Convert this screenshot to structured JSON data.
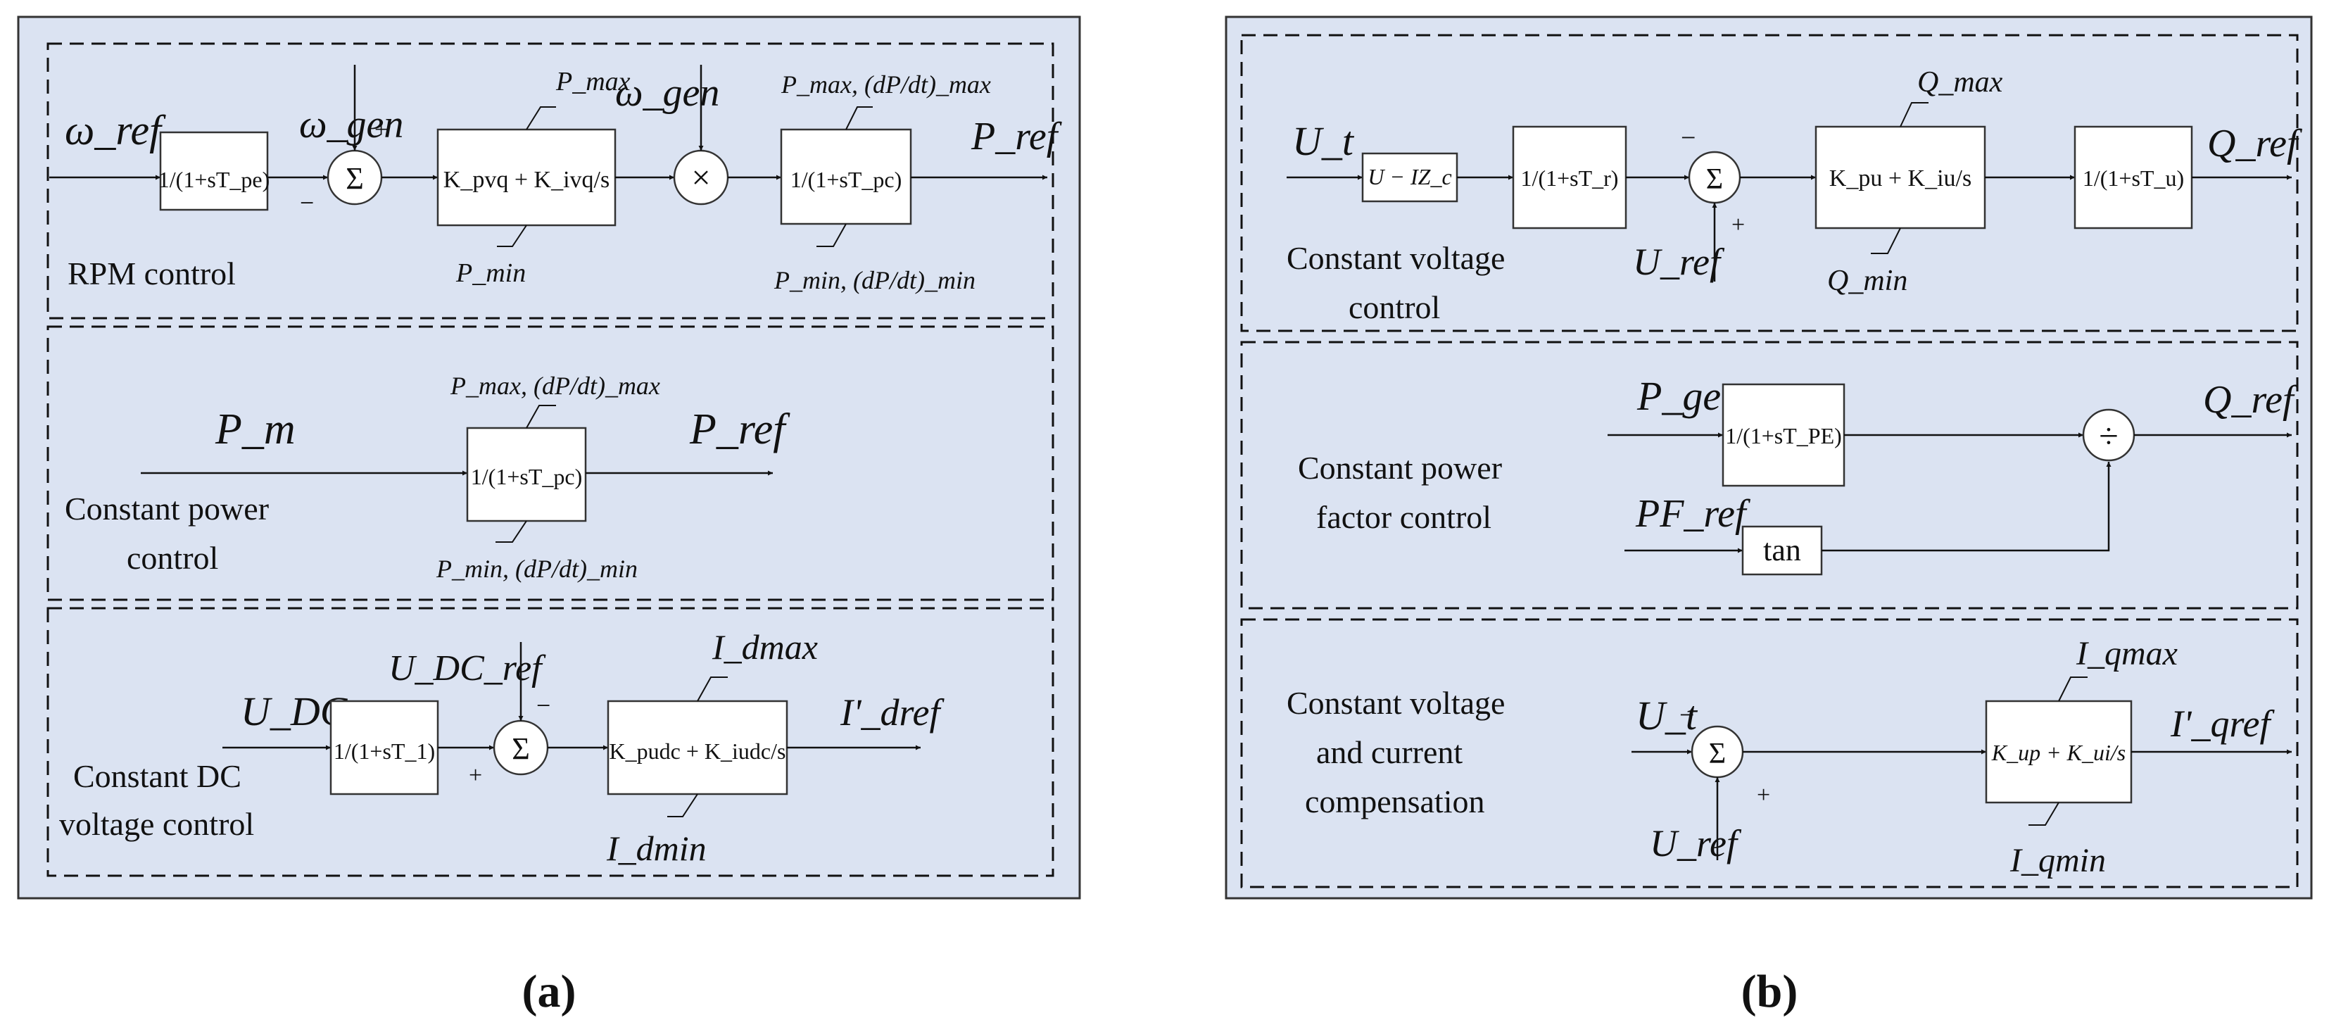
{
  "panel_a": {
    "caption": "(a)",
    "rpm_section": {
      "label": "RPM control",
      "input_omega_ref": "ω_ref",
      "input_omega_gen_1": "ω_gen",
      "input_omega_gen_2": "ω_gen",
      "filter_block": "1/(1+sT_pe)",
      "sum_plus": "+",
      "sum_minus": "−",
      "pi_block": "K_pvq + K_ivq/s",
      "pi_limit_max": "P_max",
      "pi_limit_min": "P_min",
      "rate_block": "1/(1+sT_pc)",
      "rate_limit_max": "P_max, (dP/dt)_max",
      "rate_limit_min": "P_min, (dP/dt)_min",
      "output": "P_ref"
    },
    "constant_power_section": {
      "label_line1": "Constant power",
      "label_line2": "control",
      "input": "P_m",
      "block": "1/(1+sT_pc)",
      "limit_max": "P_max, (dP/dt)_max",
      "limit_min": "P_min, (dP/dt)_min",
      "output": "P_ref"
    },
    "dc_voltage_section": {
      "label_line1": "Constant DC",
      "label_line2": "voltage control",
      "input": "U_DC",
      "input_ref": "U_DC_ref",
      "filter_block": "1/(1+sT_1)",
      "sum_plus": "+",
      "sum_minus": "−",
      "pi_block": "K_pudc + K_iudc/s",
      "limit_max": "I_dmax",
      "limit_min": "I_dmin",
      "output": "I'_dref"
    }
  },
  "panel_b": {
    "caption": "(b)",
    "voltage_section": {
      "label_line1": "Constant voltage",
      "label_line2": "control",
      "input": "U_t",
      "comp_block": "U − IZ_c",
      "filter_block": "1/(1+sT_r)",
      "input_ref": "U_ref",
      "sum_plus": "+",
      "sum_minus": "−",
      "pi_block": "K_pu + K_iu/s",
      "limit_max": "Q_max",
      "limit_min": "Q_min",
      "out_block": "1/(1+sT_u)",
      "output": "Q_ref"
    },
    "power_factor_section": {
      "label_line1": "Constant power",
      "label_line2": "factor control",
      "input_p": "P_gen",
      "block": "1/(1+sT_PE)",
      "input_pf": "PF_ref",
      "tan_block": "tan",
      "divide": "÷",
      "output": "Q_ref"
    },
    "compensation_section": {
      "label_line1": "Constant voltage",
      "label_line2": "and current",
      "label_line3": "compensation",
      "input": "U_t",
      "input_ref": "U_ref",
      "sum_plus": "+",
      "sum_minus": "−",
      "pi_block": "K_up + K_ui/s",
      "limit_max": "I_qmax",
      "limit_min": "I_qmin",
      "output": "I'_qref"
    }
  }
}
